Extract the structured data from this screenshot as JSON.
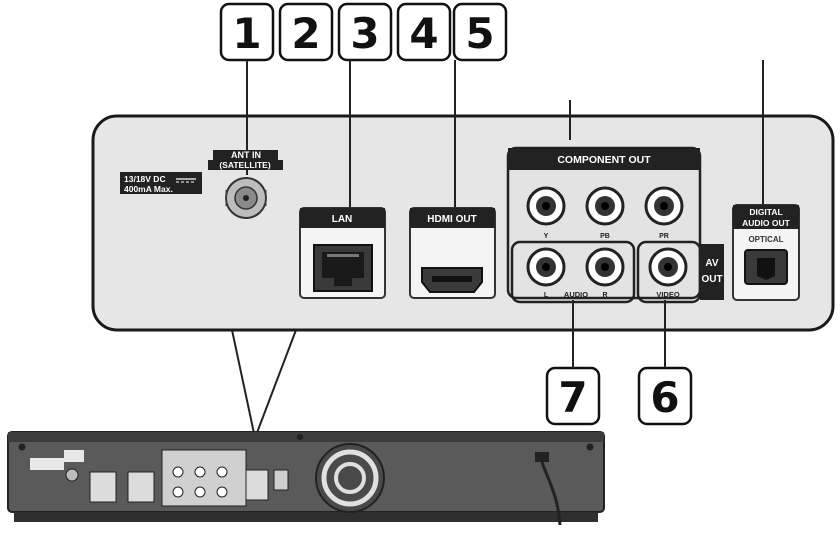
{
  "callouts": [
    "1",
    "2",
    "3",
    "4",
    "5",
    "6",
    "7"
  ],
  "panel": {
    "ant_in": "ANT IN",
    "satellite": "(SATELLITE)",
    "dc_line1": "13/18V DC",
    "dc_line2": "400mA Max.",
    "lan": "LAN",
    "hdmi_out": "HDMI OUT",
    "component_out": "COMPONENT OUT",
    "digital_line1": "DIGITAL",
    "digital_line2": "AUDIO OUT",
    "optical": "OPTICAL",
    "av_line1": "AV",
    "av_line2": "OUT",
    "audio": "AUDIO",
    "video": "VIDEO",
    "audio_l": "L",
    "audio_r": "R",
    "comp_y": "Y",
    "comp_pb": "PB",
    "comp_pr": "PR"
  },
  "colors": {
    "panel_fill": "#e6e6e6",
    "label_bar": "#222222",
    "outline": "#1a1a1a",
    "device_body": "#5a5a5a"
  }
}
